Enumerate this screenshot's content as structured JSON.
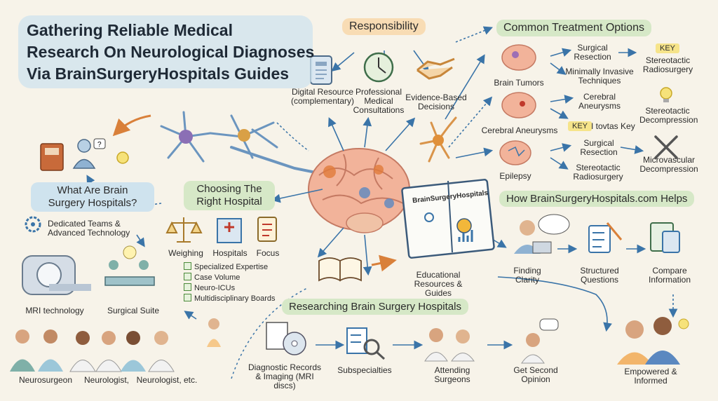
{
  "title": {
    "line1": "Gathering Reliable Medical",
    "line2": "Research On Neurological Diagnoses",
    "line3": "Via BrainSurgeryHospitals Guides"
  },
  "responsibility": {
    "heading": "Responsibility",
    "items": [
      "Digital Resource (complementary)",
      "Professional Medical Consultations",
      "Evidence-Based Decisions"
    ]
  },
  "treatment": {
    "heading": "Common Treatment Options",
    "conditions": [
      {
        "name": "Brain Tumors",
        "options": [
          "Surgical Resection",
          "Minimally Invasive Techniques"
        ],
        "key": "KEY",
        "result": "Stereotactic Radiosurgery"
      },
      {
        "name": "Cerebral Aneurysms",
        "options": [
          "Cerebral Aneurysms"
        ],
        "key": "KEY",
        "key_text": "I tovtas Key",
        "result": "Stereotactic Decompression"
      },
      {
        "name": "Epilepsy",
        "options": [
          "Surgical Resection",
          "Stereotactic Radiosurgery"
        ],
        "result": "Microvascular Decompression"
      }
    ]
  },
  "what_are": {
    "heading": "What Are Brain Surgery Hospitals?",
    "feature": "Dedicated Teams & Advanced Technology",
    "mri": "MRI technology",
    "suite": "Surgical Suite",
    "staff": [
      "Neurosurgeon",
      "Neurologist,",
      "Neurologist, etc."
    ]
  },
  "choosing": {
    "heading": "Choosing The Right Hospital",
    "icons": [
      "Weighing",
      "Hospitals",
      "Focus"
    ],
    "criteria": [
      "Specialized Expertise",
      "Case Volume",
      "Neuro-ICUs",
      "Multidisciplinary Boards"
    ]
  },
  "guide": {
    "cover": "BrainSurgeryHospitals",
    "caption": "Educational Resources & Guides"
  },
  "helps": {
    "heading": "How BrainSurgeryHospitals.com Helps",
    "steps": [
      "Finding Clarity",
      "Structured Questions",
      "Compare Information"
    ],
    "result": "Empowered & Informed"
  },
  "researching": {
    "heading": "Researching Brain Surgery Hospitals",
    "steps": [
      "Diagnostic Records & Imaging (MRI discs)",
      "Subspecialties",
      "Attending Surgeons",
      "Get Second Opinion"
    ]
  },
  "colors": {
    "accent_blue": "#3a74a8",
    "pill_orange": "#f8dcb4",
    "pill_green": "#d6e8c7",
    "pill_blue": "#cfe3ee"
  }
}
